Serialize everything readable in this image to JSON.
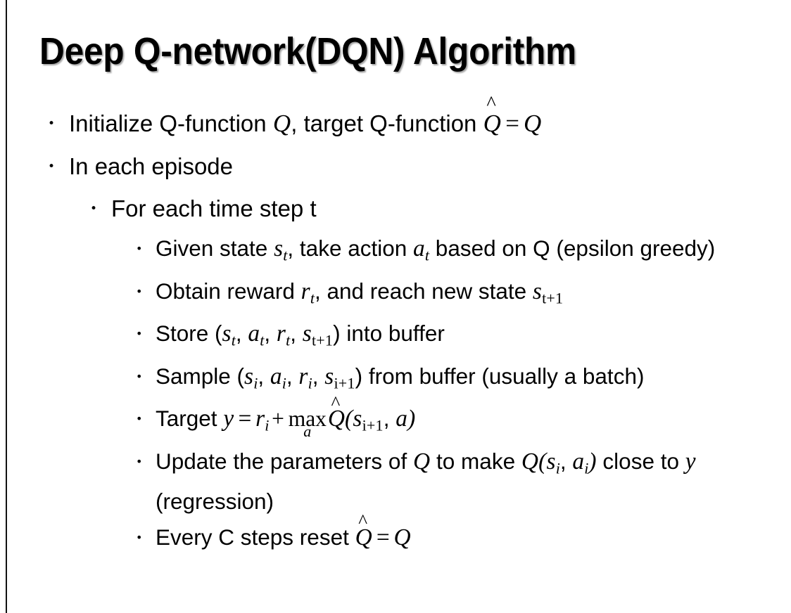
{
  "slide": {
    "title": "Deep Q-network(DQN) Algorithm",
    "background_color": "#ffffff",
    "text_color": "#000000",
    "edge_rule_color": "#111111",
    "bullet_glyph": "•"
  },
  "bullets": {
    "b1": {
      "level": 1,
      "pre": "Initialize Q-function ",
      "var_q1": "Q",
      "mid": ", target Q-function ",
      "qhat": "Q",
      "hat": "^",
      "equals": "=",
      "var_q2": "Q"
    },
    "b2": {
      "level": 1,
      "text": "In each episode"
    },
    "b3": {
      "level": 2,
      "text": "For each time step t"
    },
    "b4": {
      "level": 3,
      "pre": "Given state ",
      "s": "s",
      "s_sub": "t",
      "mid": ", take action ",
      "a": "a",
      "a_sub": "t",
      "post": " based on Q (epsilon greedy)"
    },
    "b5": {
      "level": 3,
      "pre": "Obtain reward ",
      "r": "r",
      "r_sub": "t",
      "mid": ", and reach new state ",
      "s": "s",
      "s_sub": "t+1"
    },
    "b6": {
      "level": 3,
      "pre": "Store (",
      "s1": "s",
      "s1_sub": "t",
      "sep1": ", ",
      "a1": "a",
      "a1_sub": "t",
      "sep2": ", ",
      "r1": "r",
      "r1_sub": "t",
      "sep3": ", ",
      "s2": "s",
      "s2_sub": "t+1",
      "post": ") into buffer"
    },
    "b7": {
      "level": 3,
      "pre": "Sample (",
      "s1": "s",
      "s1_sub": "i",
      "sep1": ", ",
      "a1": "a",
      "a1_sub": "i",
      "sep2": ", ",
      "r1": "r",
      "r1_sub": "i",
      "sep3": ", ",
      "s2": "s",
      "s2_sub": "i+1",
      "post": ") from buffer (usually a batch)"
    },
    "b8": {
      "level": 3,
      "pre": "Target ",
      "y": "y",
      "eq": "=",
      "r": "r",
      "r_sub": "i",
      "plus": "+",
      "max_op": "max",
      "max_under": "a",
      "qhat": "Q",
      "hat": "^",
      "open": "(",
      "s": "s",
      "s_sub": "i+1",
      "comma": ", ",
      "a": "a",
      "close": ")"
    },
    "b9": {
      "level": 3,
      "pre": "Update the parameters of ",
      "q1": "Q",
      "mid": " to make ",
      "q2": "Q",
      "open": "(",
      "s": "s",
      "s_sub": "i",
      "comma": ", ",
      "a": "a",
      "a_sub": "i",
      "close": ")",
      "post1": " close to ",
      "y": "y",
      "post2": " (regression)"
    },
    "b10": {
      "level": 3,
      "pre": "Every C steps reset ",
      "qhat": "Q",
      "hat": "^",
      "equals": "=",
      "q": "Q"
    }
  }
}
